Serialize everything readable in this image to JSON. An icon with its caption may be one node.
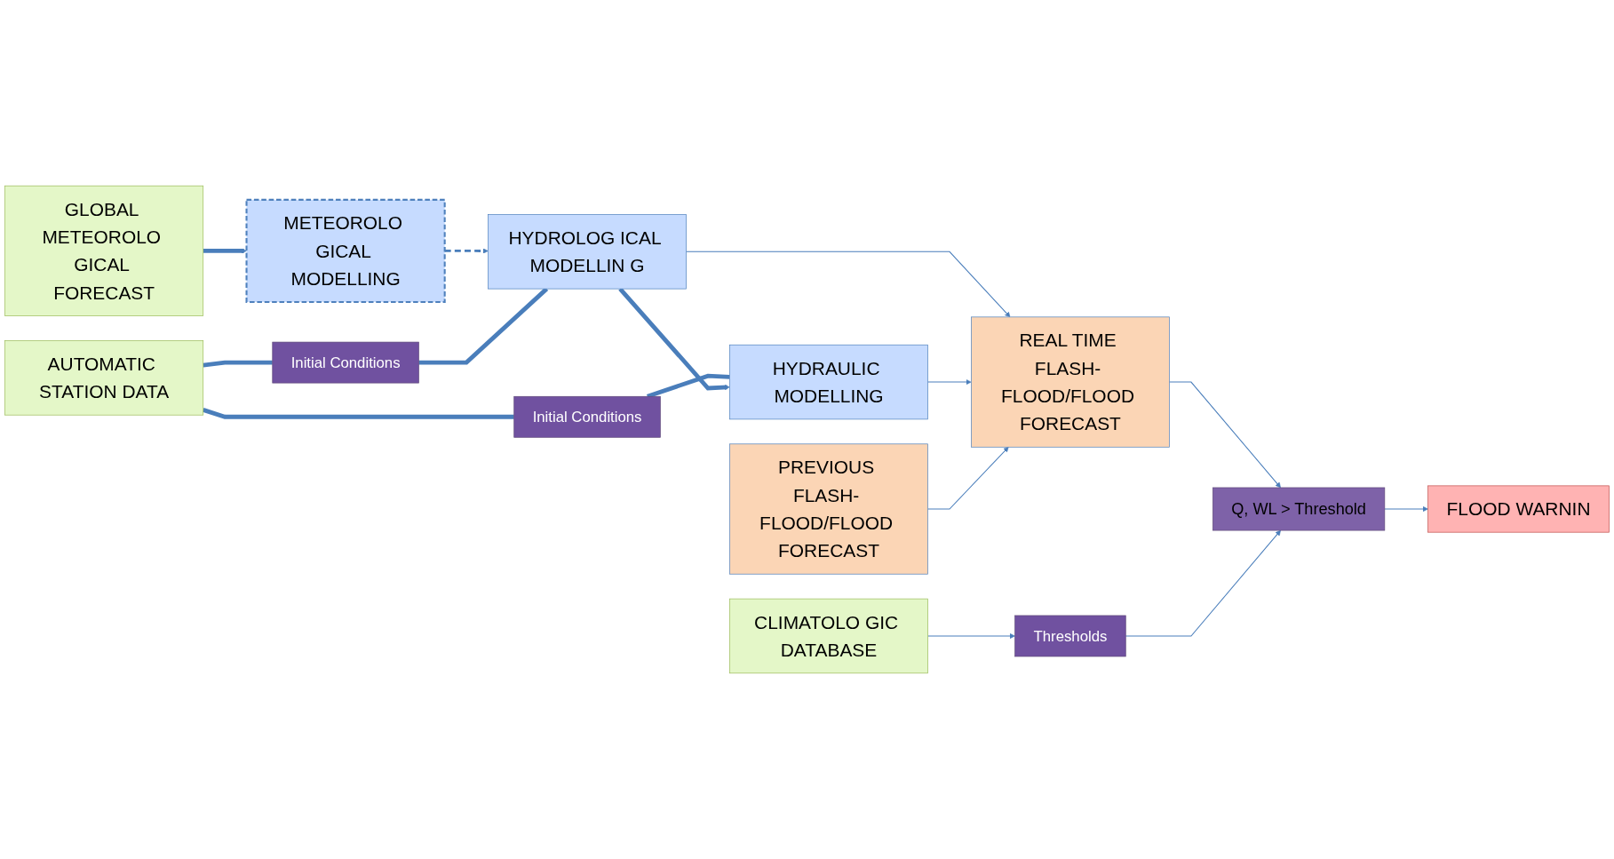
{
  "diagram": {
    "nodes": [
      {
        "text": [
          "METEOROLO GICAL MODELLING"
        ]
      },
      {
        "text": [
          "PREVIOUS FLASH- FLOOD/FLOOD FORECAST"
        ]
      },
      {
        "text": [
          "GLOBAL METEOROLO GICAL FORECAST"
        ]
      },
      {
        "text": [
          "FLOOD WARNIN"
        ]
      },
      {
        "text": [
          "HYDROLOG ICAL MODELLIN G"
        ]
      },
      {
        "text": [
          "Initial Conditions"
        ]
      },
      {
        "text": [
          "REAL TIME FLASH- FLOOD/FLOOD FORECAST"
        ]
      },
      {
        "text": [
          "Q, WL > Threshold"
        ]
      },
      {
        "text": [
          "AUTOMATIC STATION DATA"
        ]
      },
      {
        "text": [
          "Initial Conditions"
        ]
      },
      {
        "text": [
          "HYDRAULIC MODELLING"
        ]
      },
      {
        "text": [
          "Thresholds"
        ]
      },
      {
        "text": [
          "CLIMATOLO GIC DATABASE"
        ]
      }
    ],
    "edges": [
      {
        "from": 2,
        "to": 0,
        "arrow": "to",
        "style": "thick"
      },
      {
        "from": 0,
        "to": 4,
        "arrow": "to",
        "style": "dashed"
      },
      {
        "from": 8,
        "to": 5,
        "arrow": "none",
        "style": "thick"
      },
      {
        "from": 5,
        "to": 4,
        "arrow": "none",
        "style": "thick"
      },
      {
        "from": 8,
        "to": 9,
        "arrow": "none",
        "style": "thick"
      },
      {
        "from": 9,
        "to": 10,
        "arrow": "none",
        "style": "thick"
      },
      {
        "from": 4,
        "to": 10,
        "arrow": "to",
        "style": "thick"
      },
      {
        "from": 4,
        "to": 6,
        "arrow": "to"
      },
      {
        "from": 10,
        "to": 6,
        "arrow": "to"
      },
      {
        "from": 1,
        "to": 6,
        "arrow": "to"
      },
      {
        "from": 6,
        "to": 7,
        "arrow": "to"
      },
      {
        "from": 7,
        "to": 3,
        "arrow": "to"
      },
      {
        "from": 11,
        "to": 7,
        "arrow": "to"
      },
      {
        "from": 12,
        "to": 11,
        "arrow": "to"
      }
    ]
  }
}
